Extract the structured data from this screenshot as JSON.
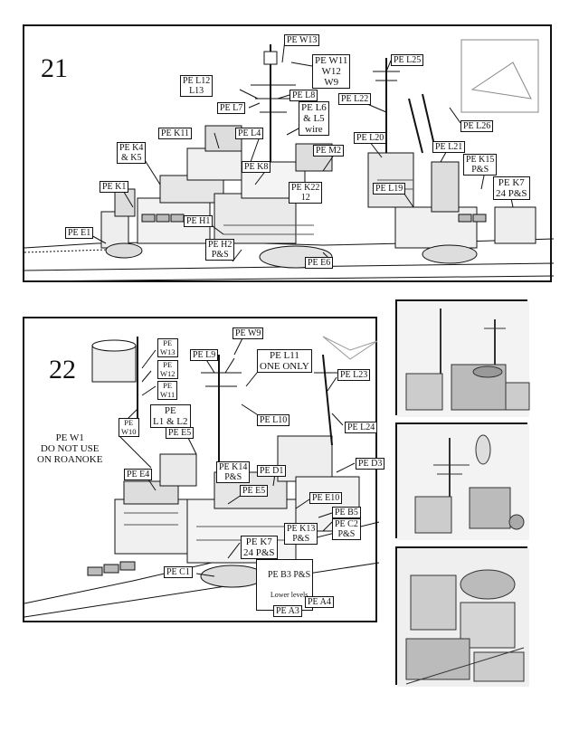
{
  "step21": {
    "number": "21",
    "labels": {
      "w13": "PE W13",
      "w11": "PE W11\nW12\nW9",
      "l25": "PE L25",
      "l12": "PE L12\nL13",
      "l8": "PE L8",
      "l22": "PE L22",
      "l7": "PE L7",
      "l6": "PE L6\n& L5\nwire",
      "l26": "PE L26",
      "k11": "PE K11",
      "l4": "PE L4",
      "m2": "PE M2",
      "l20": "PE L20",
      "l21": "PE L21",
      "k4": "PE K4\n& K5",
      "k15": "PE K15\nP&S",
      "k1": "PE K1",
      "k8": "PE K8",
      "k22": "PE K22\n12",
      "l19": "PE L19",
      "k7": "PE K7\n24 P&S",
      "h1": "PE H1",
      "e1": "PE E1",
      "h2": "PE H2\nP&S",
      "e6": "PE E6"
    }
  },
  "step22": {
    "number": "22",
    "labels": {
      "w9": "PE W9",
      "w13": "PE\nW13",
      "l9": "PE L9",
      "l11": "PE L11\nONE ONLY",
      "w12": "PE\nW12",
      "w11": "PE\nW11",
      "l23": "PE L23",
      "l1l2": "PE\nL1 & L2",
      "l10": "PE L10",
      "w10": "PE\nW10",
      "l24": "PE L24",
      "e5a": "PE E5",
      "w1": "PE W1\nDO NOT USE\nON ROANOKE",
      "d3": "PE D3",
      "k14": "PE K14\nP&S",
      "d1": "PE D1",
      "e4": "PE E4",
      "e5b": "PE E5",
      "e10": "PE E10",
      "b5": "PE B5",
      "k13": "PE K13\nP&S",
      "c2": "PE C2\nP&S",
      "k7": "PE K7\n24 P&S",
      "b3": "PE B3 P&S",
      "b3note": "Lower levels",
      "c1": "PE C1",
      "a4": "PE A4",
      "a3": "PE A3"
    }
  }
}
